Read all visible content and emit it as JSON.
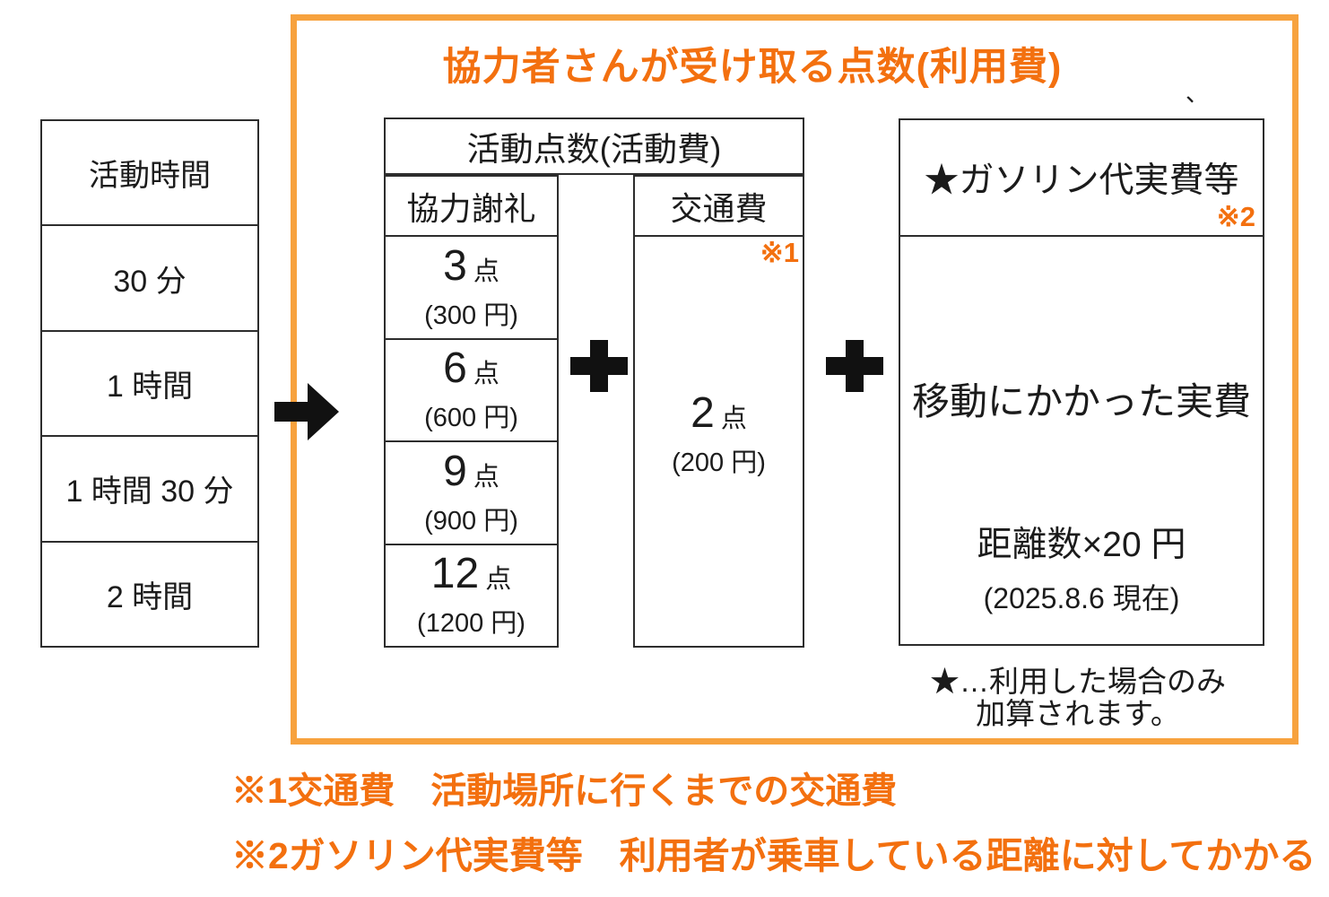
{
  "colors": {
    "orange_text": "#f3700f",
    "orange_border": "#f7a23e",
    "ink": "#1b1b1b"
  },
  "title": "協力者さんが受け取る点数(利用費)",
  "stray_mark": "、",
  "left_table": {
    "header": "活動時間",
    "rows": [
      "30 分",
      "1 時間",
      "1 時間 30 分",
      "2 時間"
    ]
  },
  "activity_table": {
    "header": "活動点数(活動費)",
    "reward": {
      "header": "協力謝礼",
      "rows": [
        {
          "value": "3",
          "unit": "点",
          "yen": "(300 円)"
        },
        {
          "value": "6",
          "unit": "点",
          "yen": "(600 円)"
        },
        {
          "value": "9",
          "unit": "点",
          "yen": "(900 円)"
        },
        {
          "value": "12",
          "unit": "点",
          "yen": "(1200 円)"
        }
      ]
    },
    "transport": {
      "header": "交通費",
      "note_ref": "※1",
      "value": "2",
      "unit": "点",
      "yen": "(200 円)"
    }
  },
  "gasoline_box": {
    "header": "★ガソリン代実費等",
    "note_ref": "※2",
    "body_line1": "移動にかかった実費",
    "formula": "距離数×20 円",
    "as_of": "(2025.8.6 現在)"
  },
  "star_note": {
    "line1": "★…利用した場合のみ",
    "line2": "加算されます。"
  },
  "footnotes": [
    "※1交通費　活動場所に行くまでの交通費",
    "※2ガソリン代実費等　利用者が乗車している距離に対してかかる"
  ]
}
